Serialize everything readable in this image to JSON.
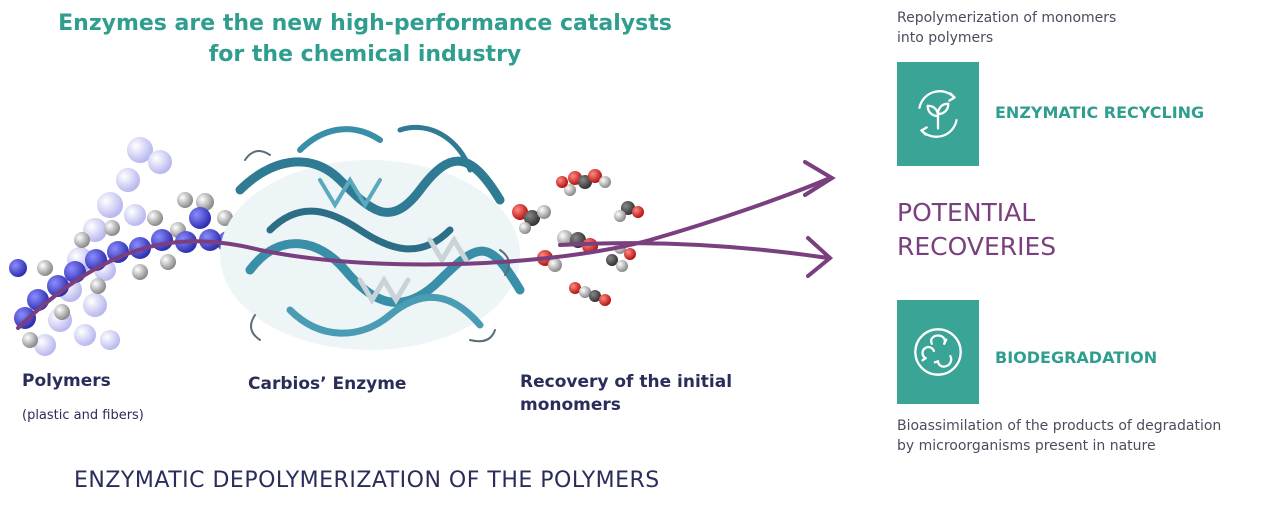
{
  "headline": {
    "line1": "Enzymes are the new high-performance catalysts",
    "line2": "for the chemical industry"
  },
  "stages": {
    "polymers": {
      "label": "Polymers",
      "sublabel": "(plastic and fibers)"
    },
    "enzyme": {
      "label": "Carbios’ Enzyme"
    },
    "recovery": {
      "line1": "Recovery of the initial",
      "line2": "monomers"
    }
  },
  "process_title": "ENZYMATIC DEPOLYMERIZATION OF THE POLYMERS",
  "recoveries": {
    "title_line1": "POTENTIAL",
    "title_line2": "RECOVERIES",
    "recycling": {
      "description_line1": "Repolymerization of monomers",
      "description_line2": "into polymers",
      "label": "ENZYMATIC RECYCLING",
      "icon": "recycling-leaf-icon"
    },
    "biodegradation": {
      "label": "BIODEGRADATION",
      "description_line1": "Bioassimilation of the products of degradation",
      "description_line2": "by microorganisms present in nature",
      "icon": "biodegradation-cycle-icon"
    }
  },
  "colors": {
    "teal": "#2f9e8f",
    "tile": "#3aa596",
    "navy": "#2a2d5a",
    "purple": "#7a3f7e"
  }
}
